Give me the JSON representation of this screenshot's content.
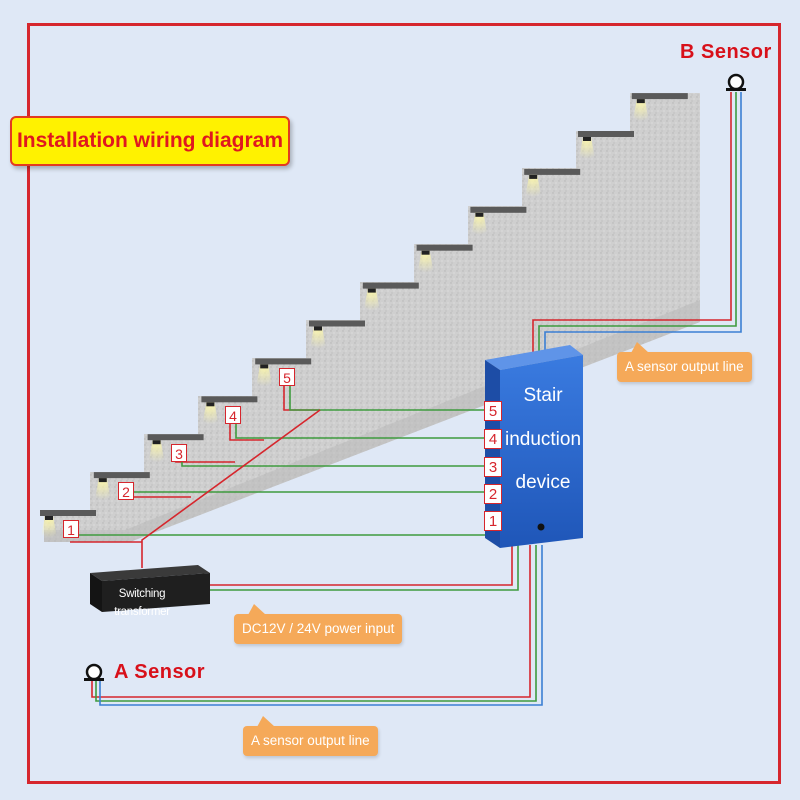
{
  "title": "Installation wiring diagram",
  "sensors": {
    "a_label": "A Sensor",
    "b_label": "B Sensor"
  },
  "device": {
    "line1": "Stair",
    "line2": "induction",
    "line3": "device",
    "ports": [
      "5",
      "4",
      "3",
      "2",
      "1"
    ]
  },
  "transformer": {
    "label": "Switching transformer"
  },
  "callouts": {
    "power_input": "DC12V / 24V power input",
    "b_output": "A sensor output line",
    "a_output": "A sensor output line"
  },
  "steps": [
    "1",
    "2",
    "3",
    "4",
    "5"
  ],
  "colors": {
    "frame": "#d6262d",
    "title_bg": "#fff200",
    "title_text": "#e0181f",
    "wire_red": "#d6262d",
    "wire_green": "#3f9b3f",
    "wire_blue": "#3b7fd3",
    "device_blue": "#2f6fd6",
    "callout": "#f5a959",
    "concrete": "#c9c9c9"
  }
}
